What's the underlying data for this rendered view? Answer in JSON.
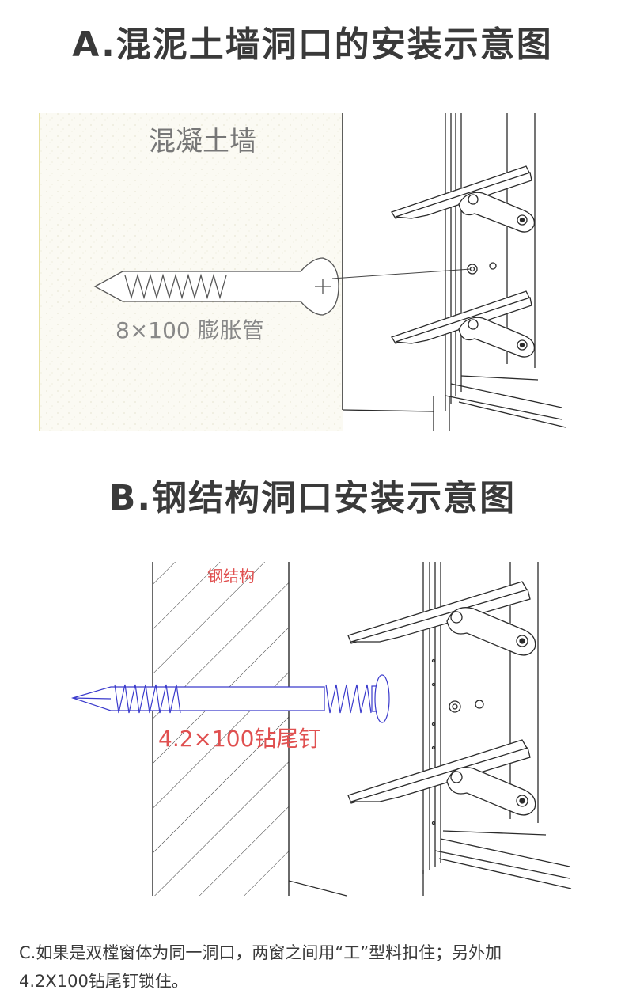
{
  "section_a": {
    "title": "A.混泥土墙洞口的安装示意图",
    "wall_label": "混凝土墙",
    "anchor_label": "8×100 膨胀管"
  },
  "section_b": {
    "title": "B.钢结构洞口安装示意图",
    "wall_label": "钢结构",
    "screw_label": "4.2×100钻尾钉"
  },
  "note": {
    "line1": "C.如果是双樘窗体为同一洞口，两窗之间用“工”型料扣住；另外加",
    "line2": "4.2X100钻尾钉锁住。"
  },
  "colors": {
    "title_text": "#3a3a3a",
    "line": "#2b2b2b",
    "screw_blue": "#3a3acc",
    "label_red": "#e05050",
    "concrete_bg": "#fbfaf3"
  }
}
